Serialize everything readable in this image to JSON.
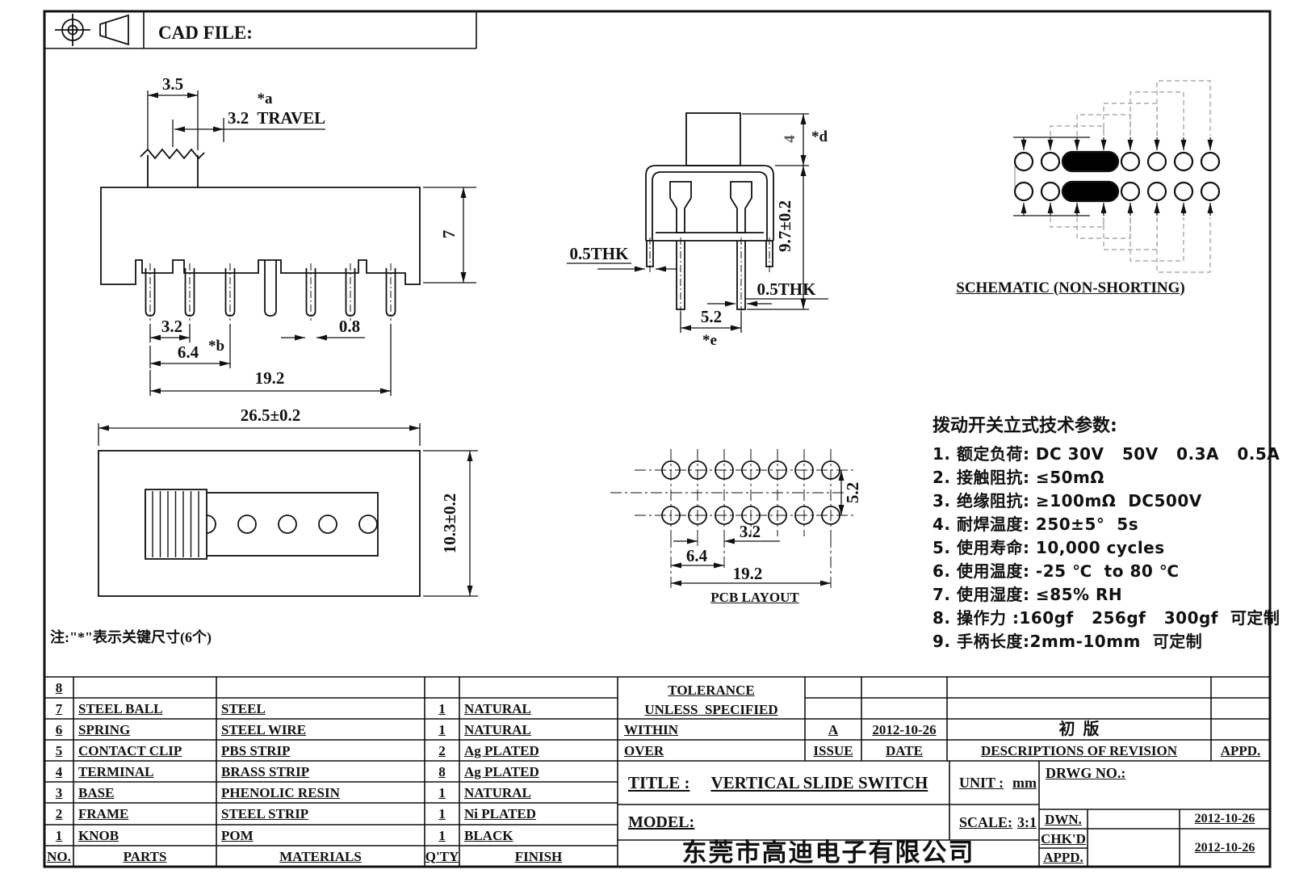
{
  "sheet": {
    "cad_file_label": "CAD FILE:"
  },
  "side_view": {
    "dim_3_5": "3.5",
    "dim_travel": "3.2  TRAVEL",
    "key_a": "*a",
    "dim_height": "7",
    "dim_3_2": "3.2",
    "dim_6_4": "6.4",
    "key_b": "*b",
    "dim_0_8": "0.8",
    "dim_19_2": "19.2"
  },
  "top_view": {
    "dim_width": "26.5±0.2",
    "dim_depth": "10.3±0.2"
  },
  "front_view": {
    "dim_4": "4",
    "key_d": "*d",
    "dim_9_7": "9.7±0.2",
    "thk_left": "0.5THK",
    "thk_right": "0.5THK",
    "dim_5_2": "5.2",
    "key_e": "*e"
  },
  "pcb": {
    "dim_5_2": "5.2",
    "dim_3_2": "3.2",
    "dim_6_4": "6.4",
    "dim_19_2": "19.2",
    "label": "PCB LAYOUT"
  },
  "schematic": {
    "label": "SCHEMATIC (NON-SHORTING)"
  },
  "parameters": {
    "title": "拨动开关立式技术参数:",
    "items": [
      "1. 额定负荷: DC 30V   50V   0.3A   0.5A",
      "2. 接触阻抗: ≤50mΩ",
      "3. 绝缘阻抗: ≥100mΩ  DC500V",
      "4. 耐焊温度: 250±5°  5s",
      "5. 使用寿命: 10,000 cycles",
      "6. 使用温度: -25 ℃  to 80 ℃",
      "7. 使用湿度: ≤85% RH",
      "8. 操作力 :160gf   256gf   300gf  可定制",
      "9. 手柄长度:2mm-10mm  可定制"
    ]
  },
  "note": "注:\"*\"表示关键尺寸(6个)",
  "parts_table": {
    "headers": {
      "no": "NO.",
      "parts": "PARTS",
      "materials": "MATERIALS",
      "qty": "Q'TY",
      "finish": "FINISH"
    },
    "rows": [
      {
        "no": "8",
        "parts": "",
        "materials": "",
        "qty": "",
        "finish": ""
      },
      {
        "no": "7",
        "parts": "STEEL BALL",
        "materials": "STEEL",
        "qty": "1",
        "finish": "NATURAL"
      },
      {
        "no": "6",
        "parts": "SPRING",
        "materials": "STEEL WIRE",
        "qty": "1",
        "finish": "NATURAL"
      },
      {
        "no": "5",
        "parts": "CONTACT CLIP",
        "materials": "PBS STRIP",
        "qty": "2",
        "finish": "Ag PLATED"
      },
      {
        "no": "4",
        "parts": "TERMINAL",
        "materials": "BRASS STRIP",
        "qty": "8",
        "finish": "Ag PLATED"
      },
      {
        "no": "3",
        "parts": "BASE",
        "materials": "PHENOLIC RESIN",
        "qty": "1",
        "finish": "NATURAL"
      },
      {
        "no": "2",
        "parts": "FRAME",
        "materials": "STEEL STRIP",
        "qty": "1",
        "finish": "Ni PLATED"
      },
      {
        "no": "1",
        "parts": "KNOB",
        "materials": "POM",
        "qty": "1",
        "finish": "BLACK"
      }
    ]
  },
  "tolerance_block": {
    "line1": "TOLERANCE",
    "line2": "UNLESS  SPECIFIED",
    "within": "WITHIN",
    "over": "OVER"
  },
  "revision_table": {
    "issue_value": "A",
    "date_value": "2012-10-26",
    "description_value": "初  版",
    "issue_label": "ISSUE",
    "date_label": "DATE",
    "description_label": "DESCRIPTIONS OF REVISION",
    "appd_label": "APPD."
  },
  "title_block": {
    "title_label": "TITLE :",
    "title_value": "VERTICAL SLIDE SWITCH",
    "unit_label": "UNIT :",
    "unit_value": "mm",
    "model_label": "MODEL:",
    "scale_label": "SCALE:",
    "scale_value": "3:1",
    "drwg_label": "DRWG NO.:",
    "dwn_label": "DWN.",
    "chkd_label": "CHK'D",
    "appd_label": "APPD.",
    "dwn_date": "2012-10-26",
    "approve_date": "2012-10-26",
    "company": "东莞市高迪电子有限公司"
  }
}
